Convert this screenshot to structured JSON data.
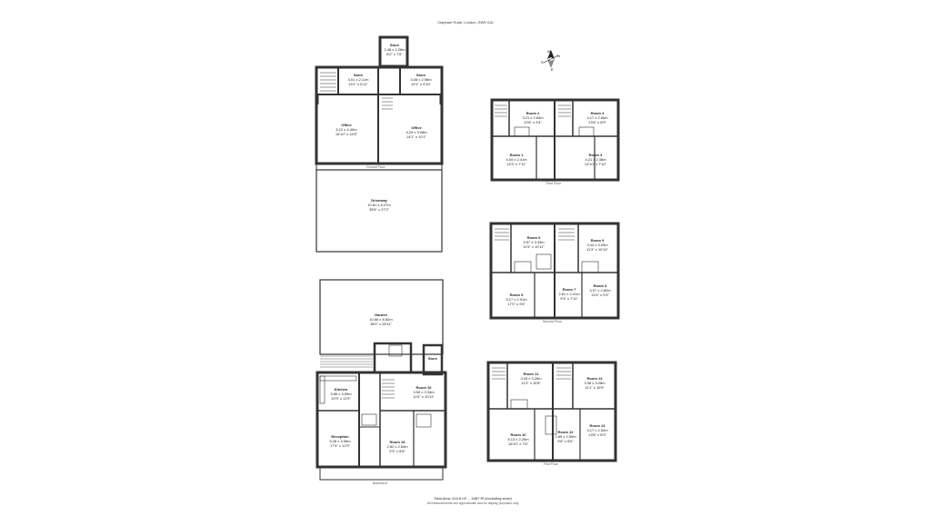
{
  "header": {
    "address": "Clapham Road, London, SW9 0JU"
  },
  "compass": {
    "n": "N",
    "e": "E",
    "s": "S",
    "w": "W"
  },
  "floors": {
    "ground": {
      "label": "Ground Floor"
    },
    "first": {
      "label": "First Floor"
    },
    "second": {
      "label": "Second Floor"
    },
    "third": {
      "label": "Third Floor"
    },
    "basement": {
      "label": "Basement"
    }
  },
  "rooms": {
    "store_top": {
      "name": "Store",
      "dims": "2.48 x 2.28m",
      "imp": "8'2\" x 7'6\""
    },
    "store_gf": {
      "name": "Store",
      "dims": "4.01 x 2.11m",
      "imp": "13'1\" x 6'11\""
    },
    "store_gf2": {
      "name": "Store",
      "dims": "3.08 x 2.98m",
      "imp": "10'1\" x 9'10\""
    },
    "office1": {
      "name": "Office",
      "dims": "5.12 x 4.40m",
      "imp": "16'10\" x 14'5\""
    },
    "office2": {
      "name": "Office",
      "dims": "4.29 x 3.08m",
      "imp": "14'1\" x 10'1\""
    },
    "driveway": {
      "name": "Driveway",
      "dims": "10.81 x 8.27m",
      "imp": "35'6\" x 27'2\""
    },
    "garden": {
      "name": "Garden",
      "dims": "10.66 x 8.82m",
      "imp": "35'0\" x 28'11\""
    },
    "room2": {
      "name": "Room 2",
      "dims": "3.21 x 2.84m",
      "imp": "10'6\" x 9'4\""
    },
    "room4": {
      "name": "Room 4",
      "dims": "4.17 x 2.66m",
      "imp": "13'8\" x 8'9\""
    },
    "room1": {
      "name": "Room 1",
      "dims": "4.04 x 2.41m",
      "imp": "13'3\" x 7'11\""
    },
    "room3": {
      "name": "Room 3",
      "dims": "4.21 x 2.38m",
      "imp": "13'10\" x 7'10\""
    },
    "room6": {
      "name": "Room 6",
      "dims": "3.57 x 3.33m",
      "imp": "11'9\" x 10'11\""
    },
    "room9": {
      "name": "Room 9",
      "dims": "3.44 x 3.29m",
      "imp": "11'3\" x 10'10\""
    },
    "room7": {
      "name": "Room 7",
      "dims": "2.81 x 2.41m",
      "imp": "9'3\" x 7'11\""
    },
    "room8": {
      "name": "Room 8",
      "dims": "4.07 x 2.82m",
      "imp": "13'4\" x 9'3\""
    },
    "room5": {
      "name": "Room 5",
      "dims": "5.17 x 2.91m",
      "imp": "17'0\" x 9'6\""
    },
    "room11": {
      "name": "Room 11",
      "dims": "3.43 x 3.26m",
      "imp": "11'3\" x 10'8\""
    },
    "room14": {
      "name": "Room 14",
      "dims": "3.38 x 3.28m",
      "imp": "11'1\" x 10'9\""
    },
    "room10": {
      "name": "Room 10",
      "dims": "5.13 x 2.25m",
      "imp": "16'10\" x 7'5\""
    },
    "room12": {
      "name": "Room 12",
      "dims": "2.89 x 2.59m",
      "imp": "9'6\" x 8'6\""
    },
    "room13": {
      "name": "Room 13",
      "dims": "4.17 x 2.52m",
      "imp": "13'8\" x 8'3\""
    },
    "kitchen": {
      "name": "Kitchen",
      "dims": "5.86 x 3.59m",
      "imp": "19'3\" x 11'9\""
    },
    "reception": {
      "name": "Reception",
      "dims": "5.28 x 3.96m",
      "imp": "17'4\" x 12'9\""
    },
    "room15": {
      "name": "Room 15",
      "dims": "2.82 x 2.64m",
      "imp": "9'3\" x 8'8\""
    },
    "room16": {
      "name": "Room 16",
      "dims": "3.50 x 3.34m",
      "imp": "11'6\" x 10'11\""
    },
    "store_b": {
      "name": "Store"
    }
  },
  "footer": {
    "area": "Total Area: 415.8 m² ... 4487 ft² (excluding store)",
    "note": "All measurements are approximate and for display purposes only"
  }
}
